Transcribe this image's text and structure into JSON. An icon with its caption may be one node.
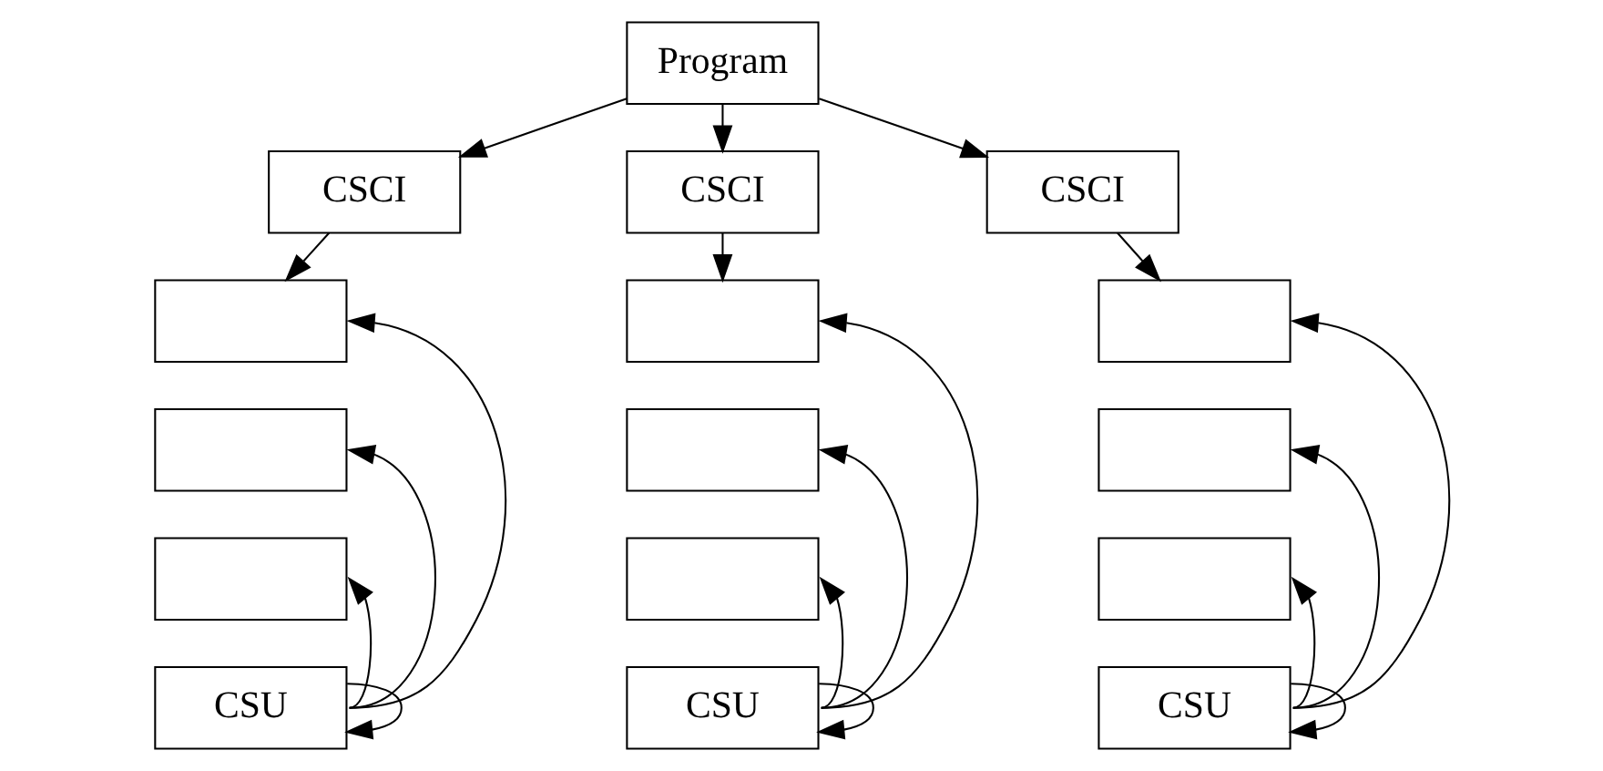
{
  "diagram": {
    "nodes": [
      {
        "text": [
          "Program"
        ]
      },
      {
        "text": [
          "CSCI"
        ]
      },
      {
        "text": [],
        "shape": "box"
      },
      {
        "text": [],
        "shape": "box"
      },
      {
        "text": [],
        "shape": "box"
      },
      {
        "text": [
          "CSU"
        ]
      },
      {
        "text": [
          "CSCI"
        ]
      },
      {
        "text": [],
        "shape": "box"
      },
      {
        "text": [],
        "shape": "box"
      },
      {
        "text": [],
        "shape": "box"
      },
      {
        "text": [
          "CSU"
        ]
      },
      {
        "text": [
          "CSCI"
        ]
      },
      {
        "text": [],
        "shape": "box"
      },
      {
        "text": [],
        "shape": "box"
      },
      {
        "text": [],
        "shape": "box"
      },
      {
        "text": [
          "CSU"
        ]
      }
    ],
    "edges": [
      {
        "from": 0,
        "to": 1,
        "arrow": "to"
      },
      {
        "from": 0,
        "to": 6,
        "arrow": "to"
      },
      {
        "from": 0,
        "to": 11,
        "arrow": "to"
      },
      {
        "from": 1,
        "to": 2,
        "arrow": "to"
      },
      {
        "from": 5,
        "to": 2,
        "arrow": "to"
      },
      {
        "from": 5,
        "to": 3,
        "arrow": "to"
      },
      {
        "from": 5,
        "to": 4,
        "arrow": "to"
      },
      {
        "from": 5,
        "to": 5,
        "arrow": "to"
      },
      {
        "from": 6,
        "to": 7,
        "arrow": "to"
      },
      {
        "from": 10,
        "to": 7,
        "arrow": "to"
      },
      {
        "from": 10,
        "to": 8,
        "arrow": "to"
      },
      {
        "from": 10,
        "to": 9,
        "arrow": "to"
      },
      {
        "from": 10,
        "to": 10,
        "arrow": "to"
      },
      {
        "from": 11,
        "to": 12,
        "arrow": "to"
      },
      {
        "from": 15,
        "to": 12,
        "arrow": "to"
      },
      {
        "from": 15,
        "to": 13,
        "arrow": "to"
      },
      {
        "from": 15,
        "to": 14,
        "arrow": "to"
      },
      {
        "from": 15,
        "to": 15,
        "arrow": "to"
      }
    ]
  }
}
